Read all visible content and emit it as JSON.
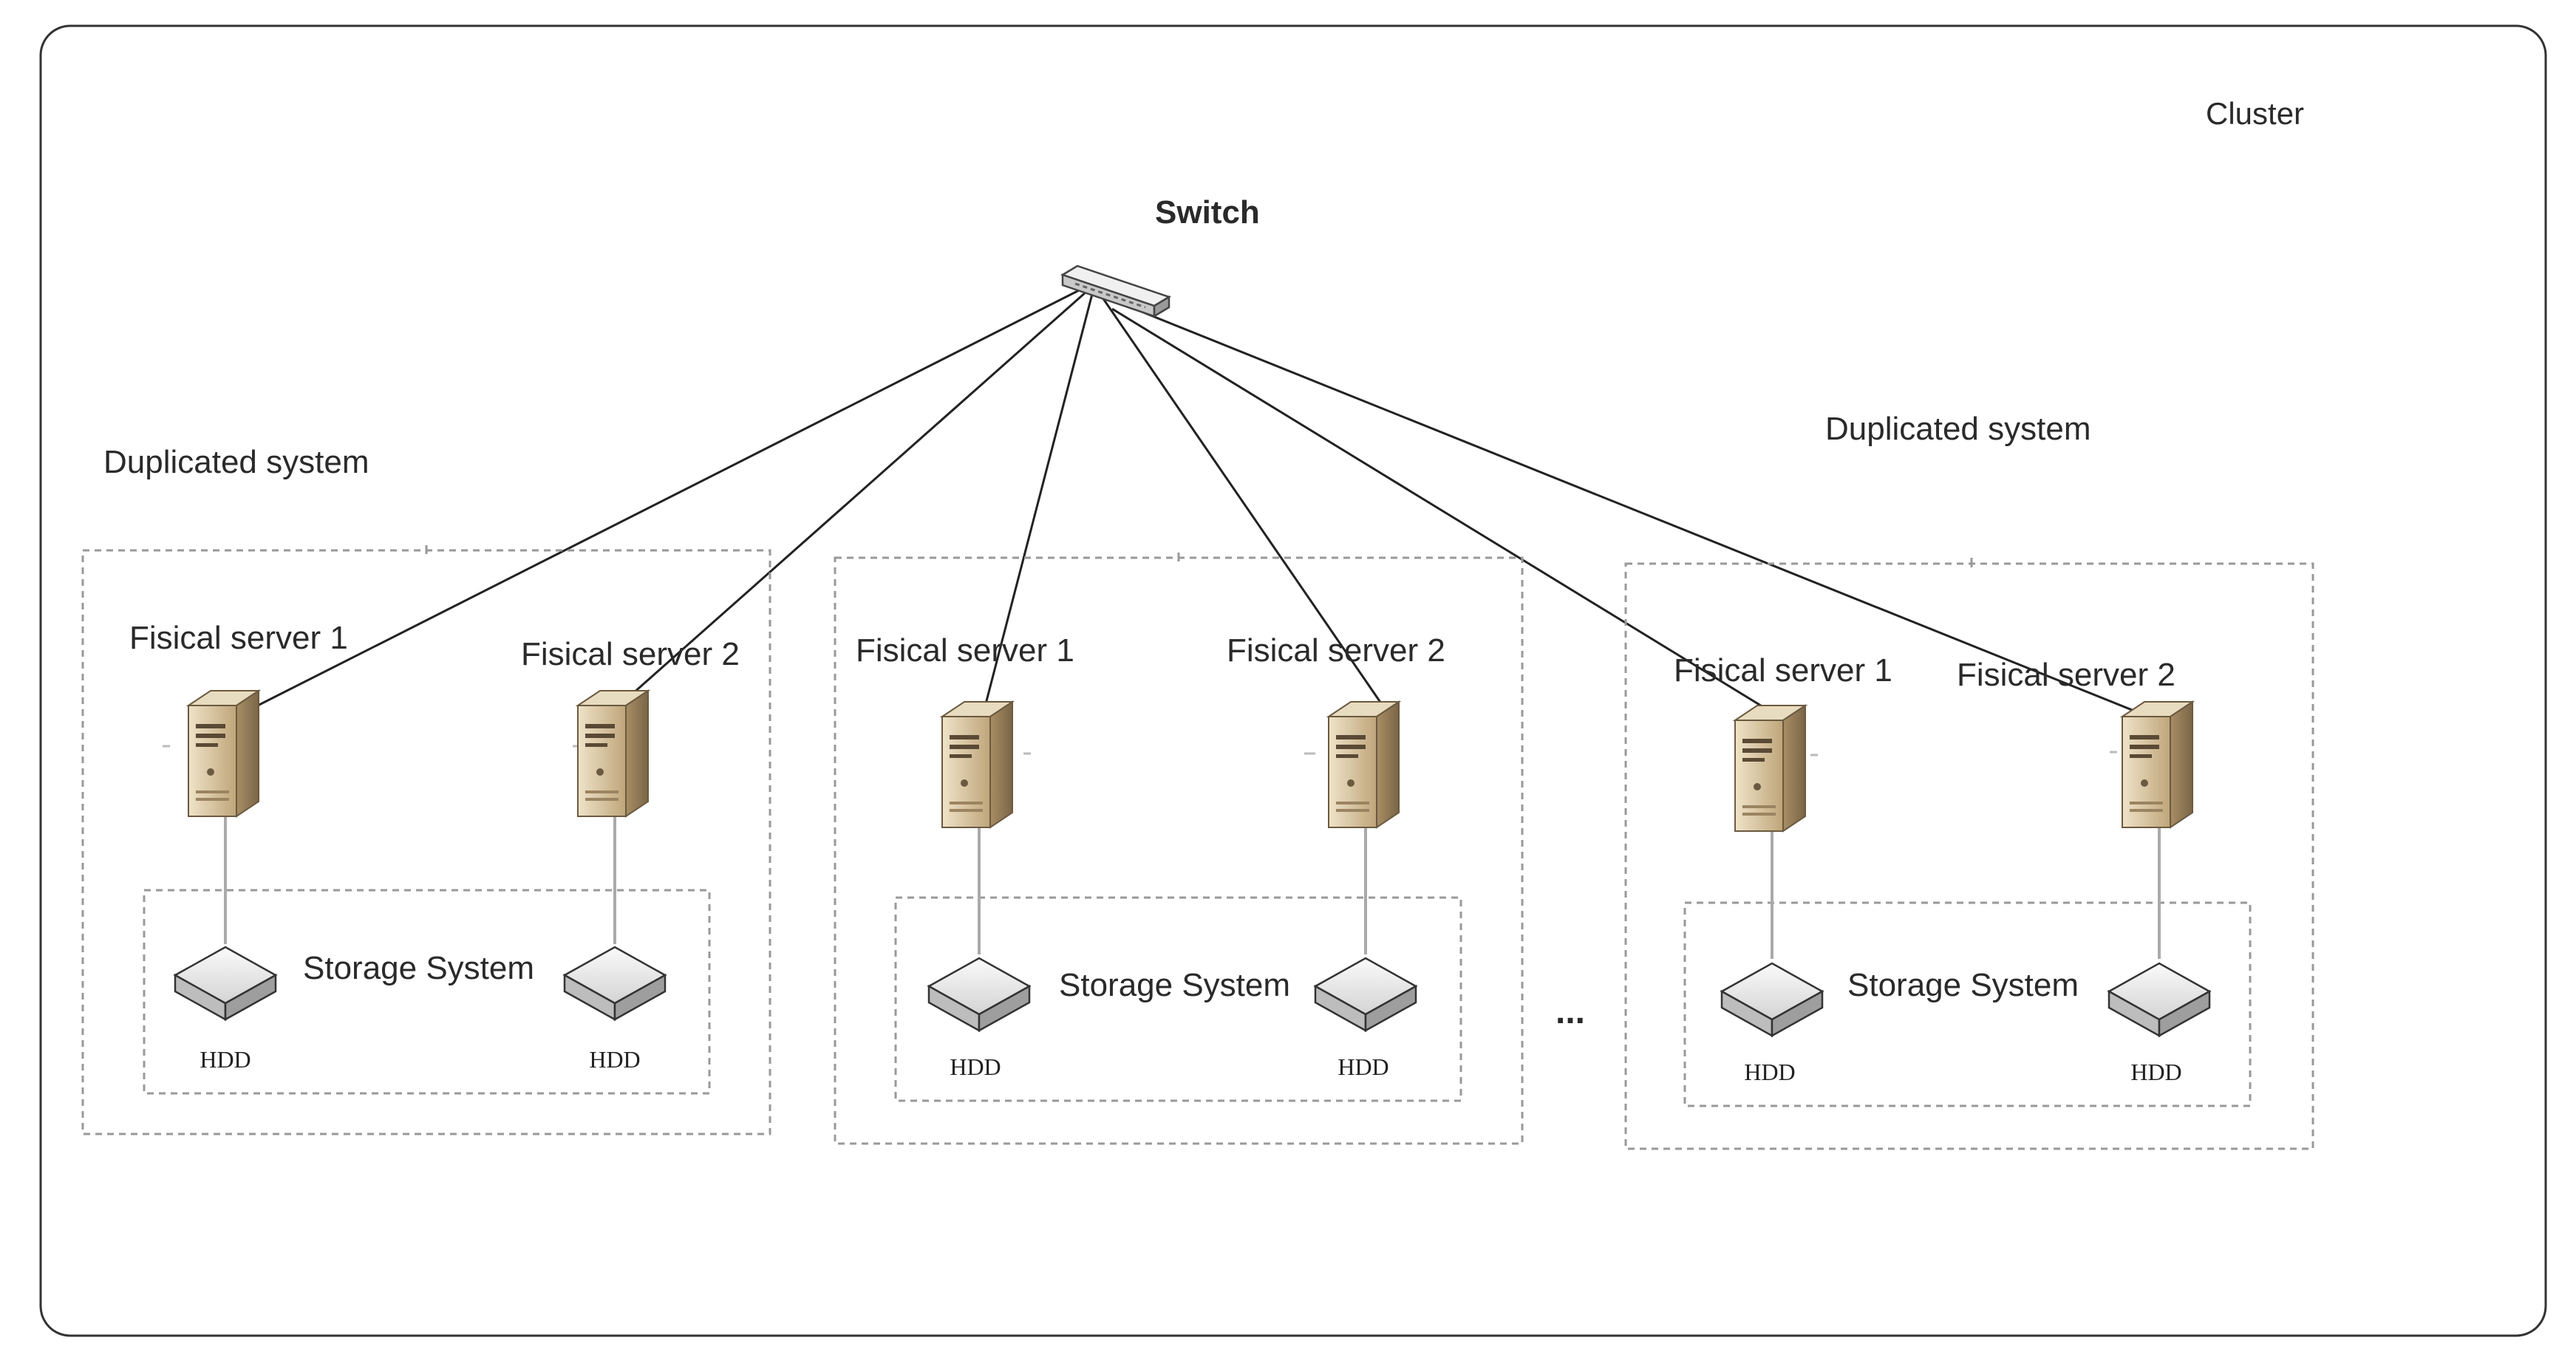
{
  "diagram": {
    "cluster_label": "Cluster",
    "switch_label": "Switch",
    "left_group_caption": "Duplicated system",
    "right_group_caption": "Duplicated system",
    "ellipsis": "...",
    "systems": [
      {
        "servers": [
          {
            "label": "Fisical server 1"
          },
          {
            "label": "Fisical server 2"
          }
        ],
        "storage_label": "Storage System",
        "hdds": [
          {
            "label": "HDD"
          },
          {
            "label": "HDD"
          }
        ]
      },
      {
        "servers": [
          {
            "label": "Fisical server 1"
          },
          {
            "label": "Fisical server 2"
          }
        ],
        "storage_label": "Storage System",
        "hdds": [
          {
            "label": "HDD"
          },
          {
            "label": "HDD"
          }
        ]
      },
      {
        "servers": [
          {
            "label": "Fisical server 1"
          },
          {
            "label": "Fisical server 2"
          }
        ],
        "storage_label": "Storage System",
        "hdds": [
          {
            "label": "HDD"
          },
          {
            "label": "HDD"
          }
        ]
      }
    ]
  },
  "colors": {
    "frame": "#333333",
    "dashed": "#999999",
    "line": "#222222",
    "server_body": "#d8c6a2",
    "server_shadow": "#8a7455",
    "hdd_body": "#e2e2e2"
  }
}
